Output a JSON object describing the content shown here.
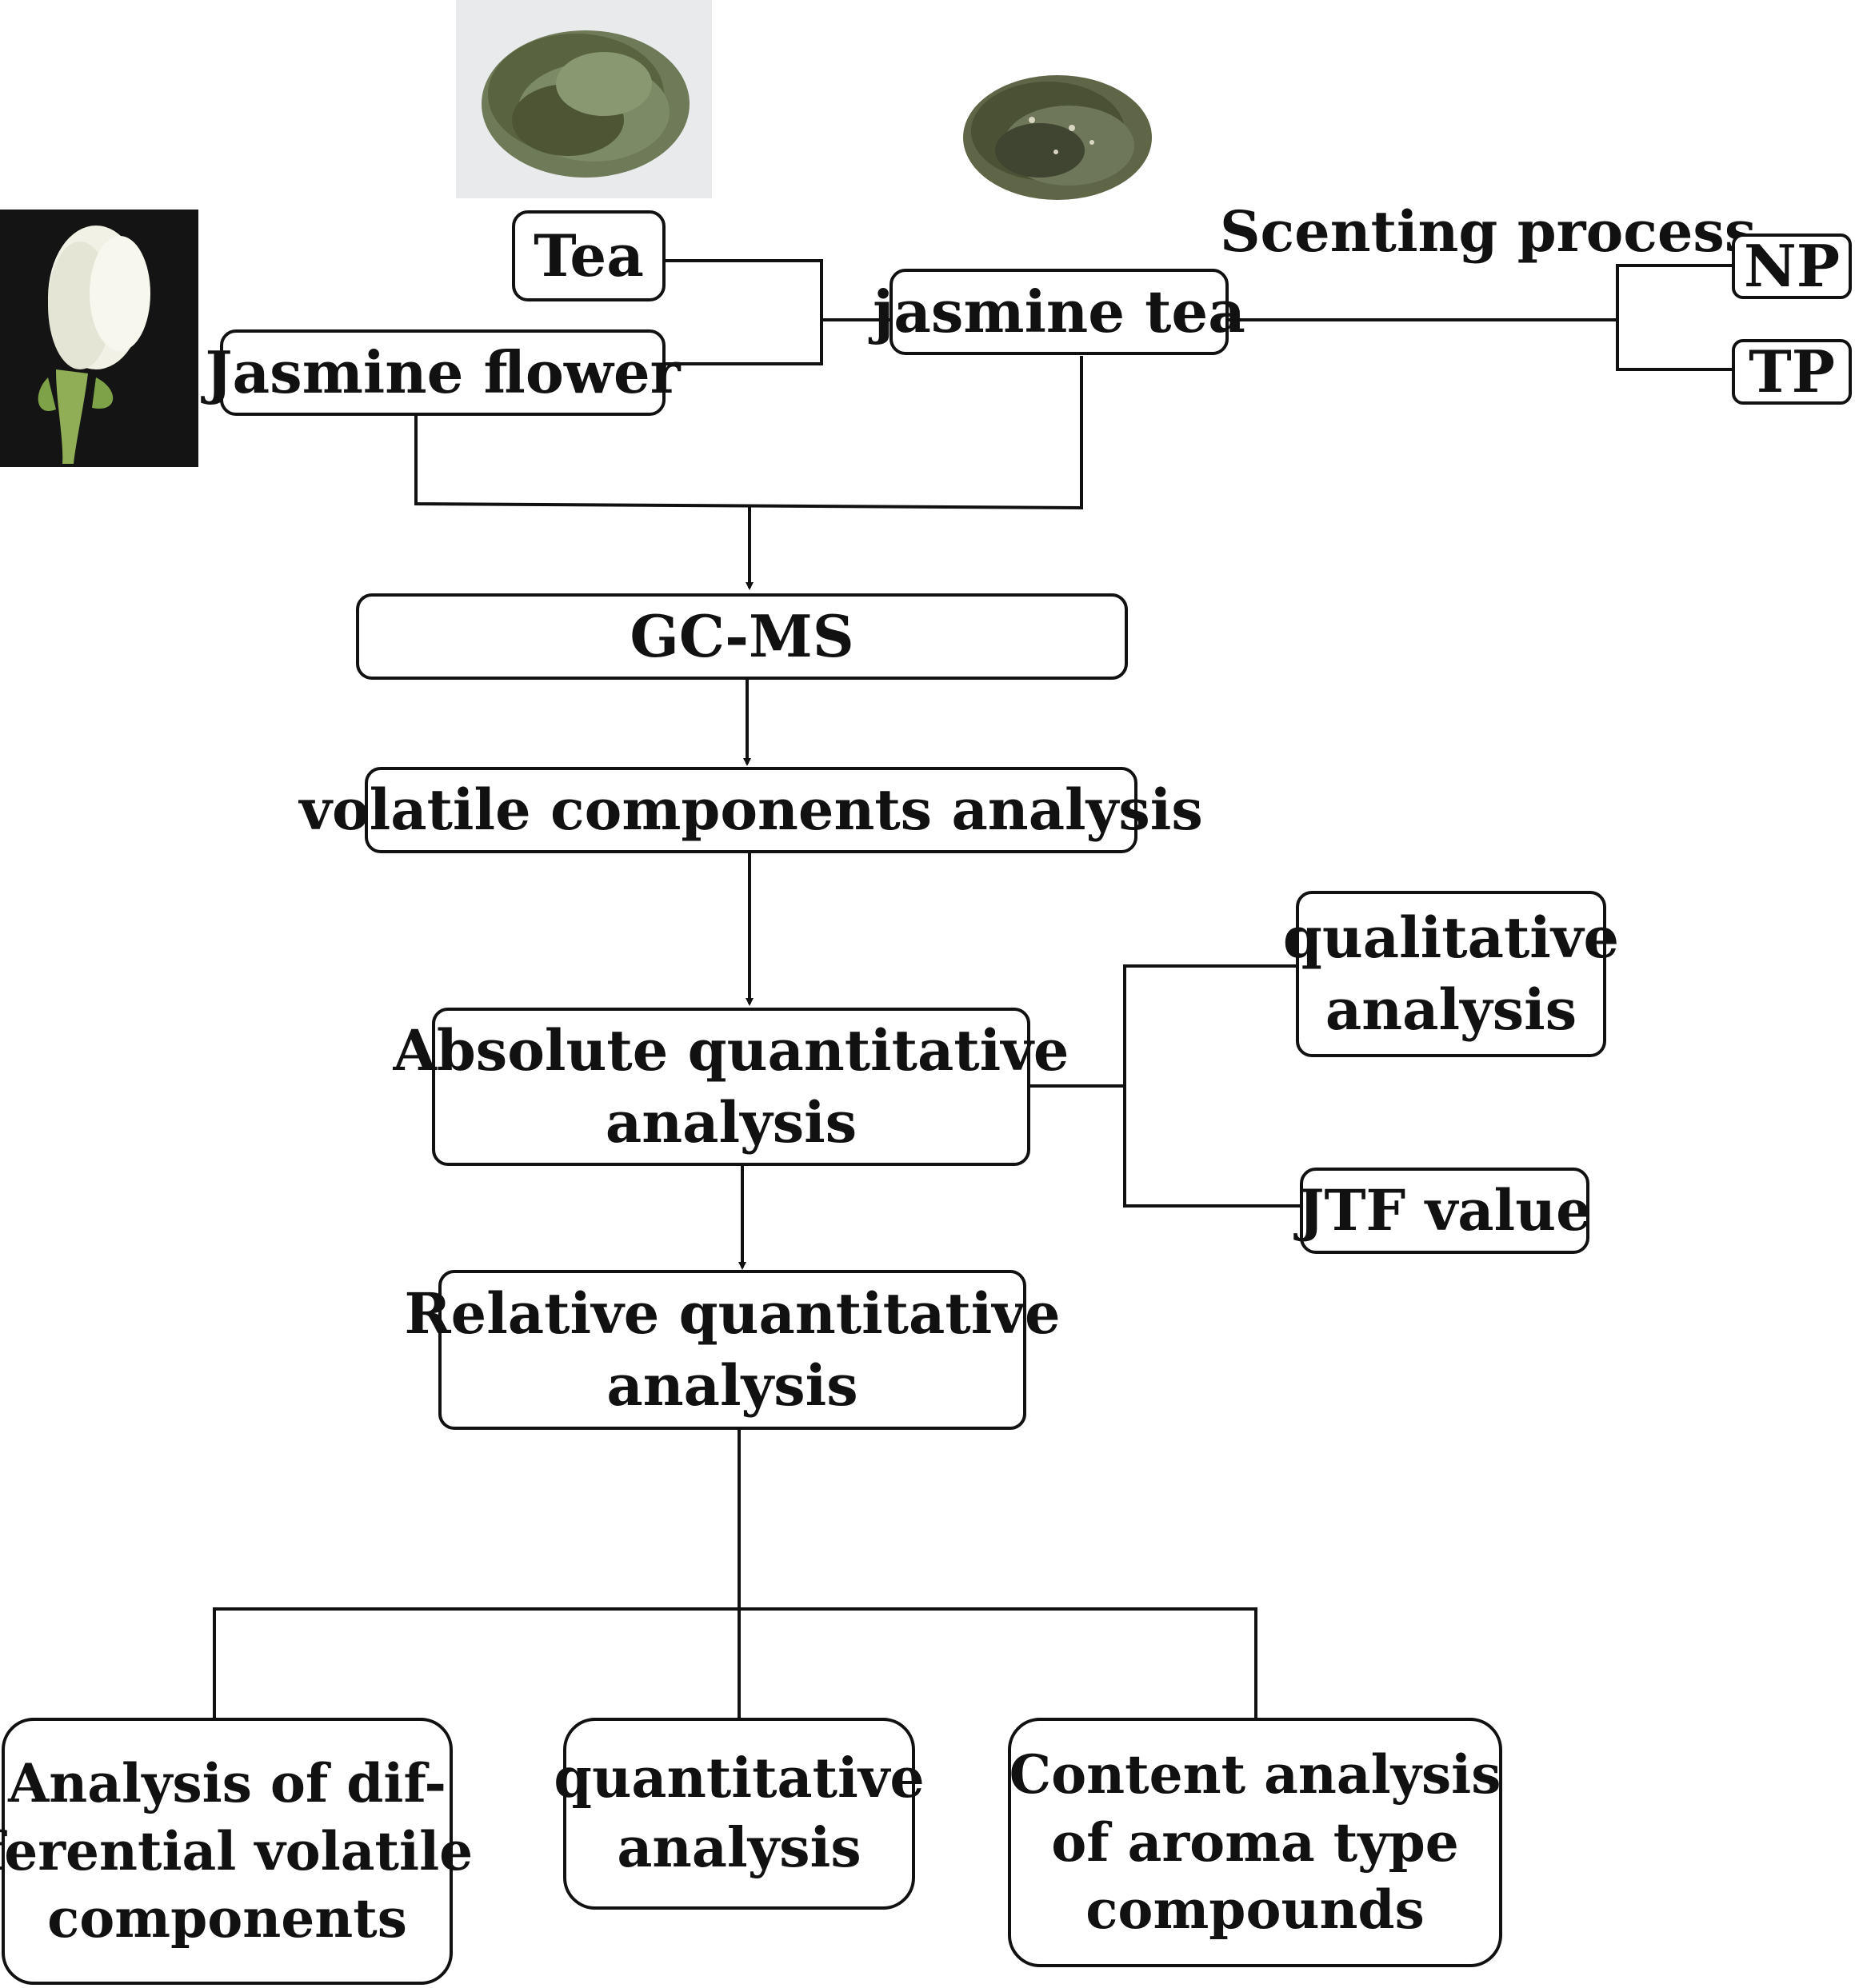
{
  "nodes": {
    "tea": "Tea",
    "jasmine_flower": "Jasmine flower",
    "jasmine_tea": "jasmine tea",
    "np": "NP",
    "tp": "TP",
    "gcms": "GC-MS",
    "volatile": "volatile components analysis",
    "absolute_l1": "Absolute quantitative",
    "absolute_l2": "analysis",
    "qualitative_l1": "qualitative",
    "qualitative_l2": "analysis",
    "jtf": "JTF value",
    "relative_l1": "Relative quantitative",
    "relative_l2": "analysis",
    "differential_l1": "Analysis of dif-",
    "differential_l2": "ferential volatile",
    "differential_l3": "components",
    "quantitative_l1": "quantitative",
    "quantitative_l2": "analysis",
    "content_l1": "Content analysis",
    "content_l2": "of aroma type",
    "content_l3": "compounds"
  },
  "labels": {
    "scenting_process": "Scenting process"
  },
  "colors": {
    "line": "#111111",
    "background": "#ffffff"
  }
}
